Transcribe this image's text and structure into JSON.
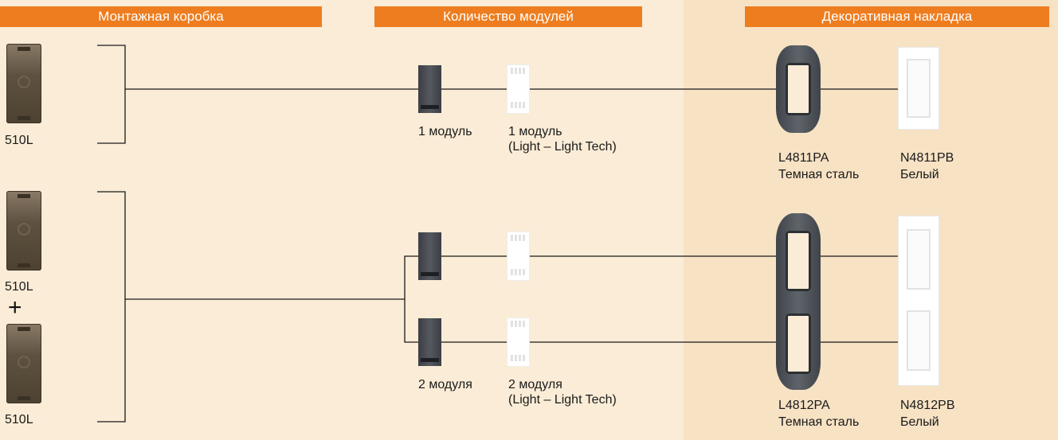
{
  "headers": {
    "box": "Монтажная коробка",
    "modules": "Количество модулей",
    "plate": "Декоративная накладка"
  },
  "rows": [
    {
      "boxes": [
        "510L"
      ],
      "modules": [
        {
          "label": "1 модуль",
          "color": "dark"
        },
        {
          "label": "1 модуль\n(Light – Light Tech)",
          "color": "white"
        }
      ],
      "plates": [
        {
          "code": "L4811PA",
          "finish": "Темная сталь"
        },
        {
          "code": "N4811PB",
          "finish": "Белый"
        }
      ]
    },
    {
      "boxes": [
        "510L",
        "510L"
      ],
      "connector": "+",
      "modules": [
        {
          "label": "2 модуля",
          "color": "dark"
        },
        {
          "label": "2 модуля\n(Light – Light Tech)",
          "color": "white"
        }
      ],
      "plates": [
        {
          "code": "L4812PA",
          "finish": "Темная сталь"
        },
        {
          "code": "N4812PB",
          "finish": "Белый"
        }
      ]
    }
  ],
  "colors": {
    "header": "#ee7d1f",
    "background": "#faecd6",
    "plate_panel": "#f7e2c4",
    "line": "#1a1a1a"
  }
}
